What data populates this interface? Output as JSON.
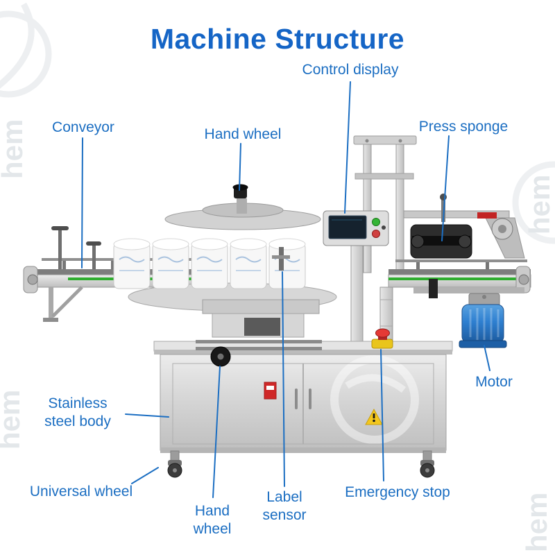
{
  "title": "Machine Structure",
  "watermark": {
    "text": "hem"
  },
  "labels": {
    "control_display": "Control display",
    "conveyor": "Conveyor",
    "hand_wheel_top": "Hand wheel",
    "press_sponge": "Press sponge",
    "motor": "Motor",
    "stainless_steel_body": "Stainless\nsteel body",
    "universal_wheel": "Universal wheel",
    "hand_wheel_bottom": "Hand\nwheel",
    "label_sensor": "Label\nsensor",
    "emergency_stop": "Emergency stop"
  },
  "colors": {
    "title_blue": "#1565c6",
    "label_blue": "#1b6ec2",
    "machine_gray": "#d2d2d2",
    "motor_blue": "#2e7fd0",
    "conveyor_green": "#2fae2f",
    "emergency_red": "#e53935",
    "warning_yellow": "#f3c71d"
  }
}
